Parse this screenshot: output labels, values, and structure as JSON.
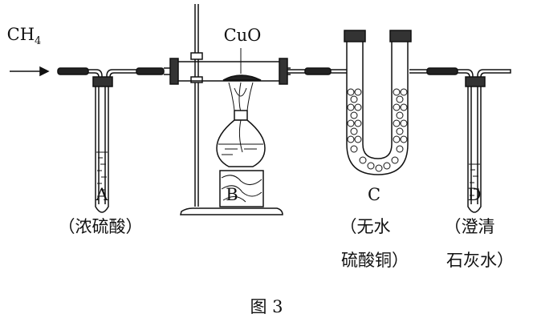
{
  "figure": {
    "gas_label": "CH",
    "gas_subscript": "4",
    "reagent_label": "CuO",
    "caption": "图 3",
    "apparatus": [
      {
        "letter": "A",
        "line1": "（浓硫酸）",
        "line2": ""
      },
      {
        "letter": "B",
        "line1": "",
        "line2": ""
      },
      {
        "letter": "C",
        "line1": "（无水",
        "line2": "硫酸铜）"
      },
      {
        "letter": "D",
        "line1": "（澄清",
        "line2": "石灰水）"
      }
    ]
  }
}
